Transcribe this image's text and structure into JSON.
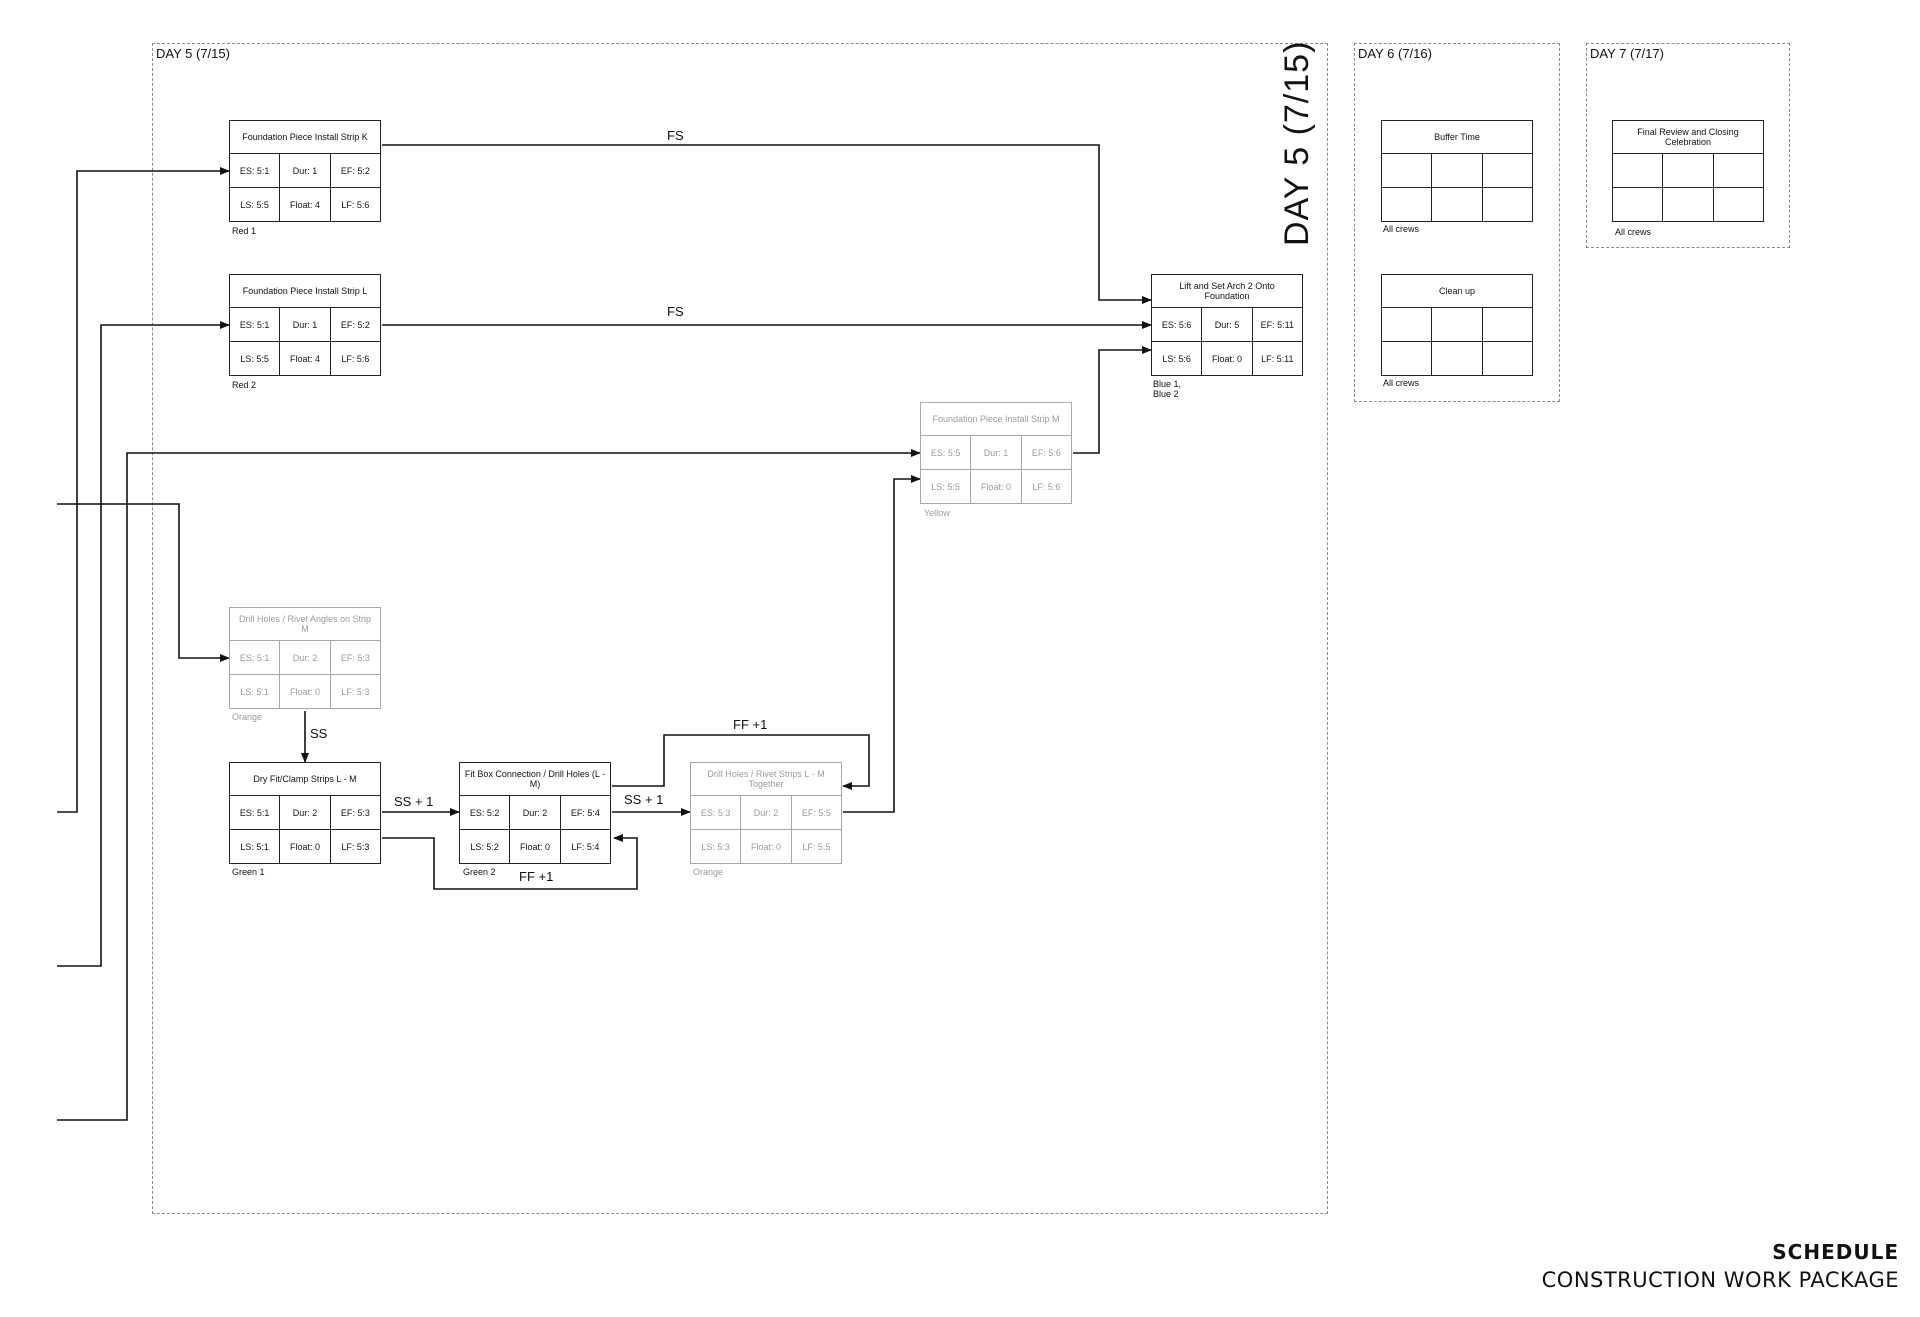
{
  "zones": {
    "day5": "DAY 5 (7/15)",
    "day5_vertical": "DAY 5 (7/15)",
    "day6": "DAY 6 (7/16)",
    "day7": "DAY 7 (7/17)"
  },
  "nodes": {
    "strip_k": {
      "title": "Foundation Piece Install Strip K",
      "es": "ES: 5:1",
      "dur": "Dur: 1",
      "ef": "EF: 5:2",
      "ls": "LS: 5:5",
      "float": "Float: 4",
      "lf": "LF: 5:6",
      "crew": "Red 1"
    },
    "strip_l": {
      "title": "Foundation Piece Install Strip L",
      "es": "ES: 5:1",
      "dur": "Dur: 1",
      "ef": "EF: 5:2",
      "ls": "LS: 5:5",
      "float": "Float: 4",
      "lf": "LF: 5:6",
      "crew": "Red 2"
    },
    "arch2": {
      "title": "Lift and Set Arch 2 Onto Foundation",
      "es": "ES: 5:6",
      "dur": "Dur: 5",
      "ef": "EF: 5:11",
      "ls": "LS: 5:6",
      "float": "Float: 0",
      "lf": "LF: 5:11",
      "crew": "Blue 1, Blue 2"
    },
    "strip_m": {
      "title": "Foundation Piece Install Strip M",
      "es": "ES: 5:5",
      "dur": "Dur: 1",
      "ef": "EF: 5:6",
      "ls": "LS: 5:5",
      "float": "Float: 0",
      "lf": "LF: 5:6",
      "crew": "Yellow"
    },
    "drill_m": {
      "title": "Drill Holes / Rivet Angles on Strip M",
      "es": "ES: 5:1",
      "dur": "Dur: 2",
      "ef": "EF: 5:3",
      "ls": "LS: 5:1",
      "float": "Float: 0",
      "lf": "LF: 5:3",
      "crew": "Orange"
    },
    "dry_fit": {
      "title": "Dry Fit/Clamp Strips L - M",
      "es": "ES: 5:1",
      "dur": "Dur: 2",
      "ef": "EF: 5:3",
      "ls": "LS: 5:1",
      "float": "Float: 0",
      "lf": "LF: 5:3",
      "crew": "Green 1"
    },
    "fit_box": {
      "title": "Fit Box Connection / Drill Holes (L - M)",
      "es": "ES: 5:2",
      "dur": "Dur: 2",
      "ef": "EF: 5:4",
      "ls": "LS: 5:2",
      "float": "Float: 0",
      "lf": "LF: 5:4",
      "crew": "Green 2"
    },
    "drill_lm": {
      "title": "Drill Holes / Rivet Strips L - M Together",
      "es": "ES: 5:3",
      "dur": "Dur: 2",
      "ef": "EF: 5:5",
      "ls": "LS: 5:3",
      "float": "Float: 0",
      "lf": "LF: 5:5",
      "crew": "Orange"
    },
    "buffer": {
      "title": "Buffer Time",
      "crew": "All crews"
    },
    "cleanup": {
      "title": "Clean up",
      "crew": "All crews"
    },
    "final": {
      "title": "Final Review and Closing Celebration",
      "crew": "All crews"
    }
  },
  "links": {
    "k_to_arch": "FS",
    "l_to_arch": "FS",
    "drill_to_dry": "SS",
    "dry_to_fit": "SS + 1",
    "fit_to_dry": "FF +1",
    "fit_to_drill": "SS + 1",
    "fit_to_drill_ff": "FF +1"
  },
  "footer": {
    "title": "SCHEDULE",
    "subtitle": "CONSTRUCTION WORK PACKAGE"
  }
}
